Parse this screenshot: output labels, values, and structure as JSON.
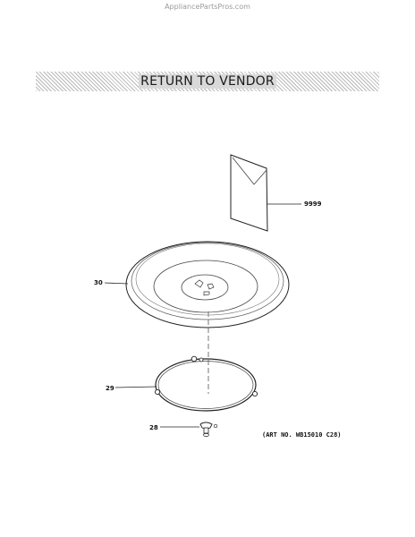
{
  "watermark": "AppliancePartsPros.com",
  "banner": {
    "title": "RETURN TO VENDOR"
  },
  "parts": [
    {
      "number": "9999"
    },
    {
      "number": "30"
    },
    {
      "number": "29"
    },
    {
      "number": "28"
    }
  ],
  "art_number": "(ART NO. WB15010 C28)"
}
